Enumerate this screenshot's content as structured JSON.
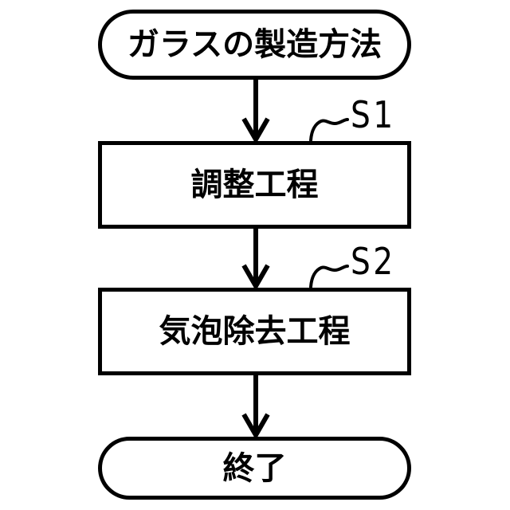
{
  "figure": {
    "type": "flowchart",
    "background_color": "#ffffff",
    "line_color": "#000000",
    "flowchart": {
      "start": {
        "label": "ガラスの製造方法",
        "shape": "terminator"
      },
      "steps": [
        {
          "label": "調整工程",
          "step_id": "S1",
          "shape": "process"
        },
        {
          "label": "気泡除去工程",
          "step_id": "S2",
          "shape": "process"
        }
      ],
      "end": {
        "label": "終了",
        "shape": "terminator"
      },
      "connections": [
        "start -> S1",
        "S1 -> S2",
        "S2 -> end"
      ]
    }
  }
}
